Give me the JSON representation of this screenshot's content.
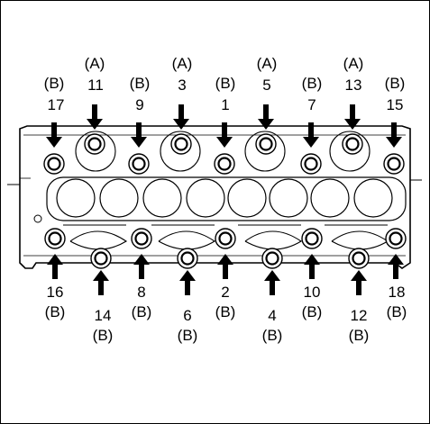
{
  "top_labels": [
    {
      "group": "(B)",
      "num": "17"
    },
    {
      "group": "(A)",
      "num": "11"
    },
    {
      "group": "(B)",
      "num": "9"
    },
    {
      "group": "(A)",
      "num": "3"
    },
    {
      "group": "(B)",
      "num": "1"
    },
    {
      "group": "(A)",
      "num": "5"
    },
    {
      "group": "(B)",
      "num": "7"
    },
    {
      "group": "(A)",
      "num": "13"
    },
    {
      "group": "(B)",
      "num": "15"
    }
  ],
  "bottom_labels": [
    {
      "num": "16",
      "group": "(B)"
    },
    {
      "num": "14",
      "group": "(B)"
    },
    {
      "num": "8",
      "group": "(B)"
    },
    {
      "num": "6",
      "group": "(B)"
    },
    {
      "num": "2",
      "group": "(B)"
    },
    {
      "num": "4",
      "group": "(B)"
    },
    {
      "num": "10",
      "group": "(B)"
    },
    {
      "num": "12",
      "group": "(B)"
    },
    {
      "num": "18",
      "group": "(B)"
    }
  ],
  "colors": {
    "line": "#000000",
    "background": "#ffffff"
  }
}
